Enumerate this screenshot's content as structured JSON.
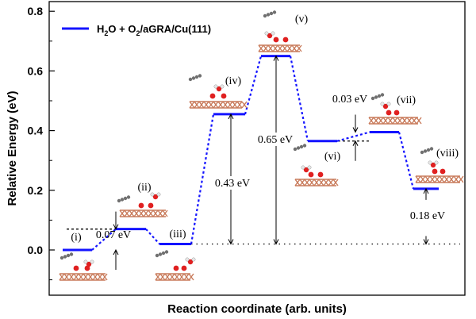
{
  "chart_data": {
    "type": "line",
    "title": "",
    "xlabel": "Reaction coordinate (arb. units)",
    "ylabel": "Relative Energy (eV)",
    "ylim": [
      -0.15,
      0.85
    ],
    "yticks": [
      0.0,
      0.2,
      0.4,
      0.6,
      0.8
    ],
    "ytick_labels": [
      "0.0",
      "0.2",
      "0.4",
      "0.6",
      "0.8"
    ],
    "grid": false,
    "legend": {
      "position": "top-left"
    },
    "series": [
      {
        "name": "H2O + O2/aGRA/Cu(111)",
        "color": "#1414ff",
        "states": [
          {
            "label": "(i)",
            "energy": 0.0
          },
          {
            "label": "(ii)",
            "energy": 0.07
          },
          {
            "label": "(iii)",
            "energy": 0.02
          },
          {
            "label": "(iv)",
            "energy": 0.455
          },
          {
            "label": "(v)",
            "energy": 0.65
          },
          {
            "label": "(vi)",
            "energy": 0.365
          },
          {
            "label": "(vii)",
            "energy": 0.395
          },
          {
            "label": "(viii)",
            "energy": 0.205
          }
        ]
      }
    ],
    "annotations": [
      {
        "text": "0.07 eV"
      },
      {
        "text": "0.43 eV"
      },
      {
        "text": "0.65 eV"
      },
      {
        "text": "0.03 eV"
      },
      {
        "text": "0.18 eV"
      }
    ]
  },
  "legend_text": {
    "main": "H",
    "sub1": "2",
    "mid": "O + O",
    "sub2": "2",
    "tail": "/aGRA/Cu(111)"
  },
  "colors": {
    "series": "#1414ff",
    "copper": "#c87a5a",
    "oxygen": "#e02020",
    "hydrogen": "#e8e8e8",
    "carbon": "#707070"
  }
}
